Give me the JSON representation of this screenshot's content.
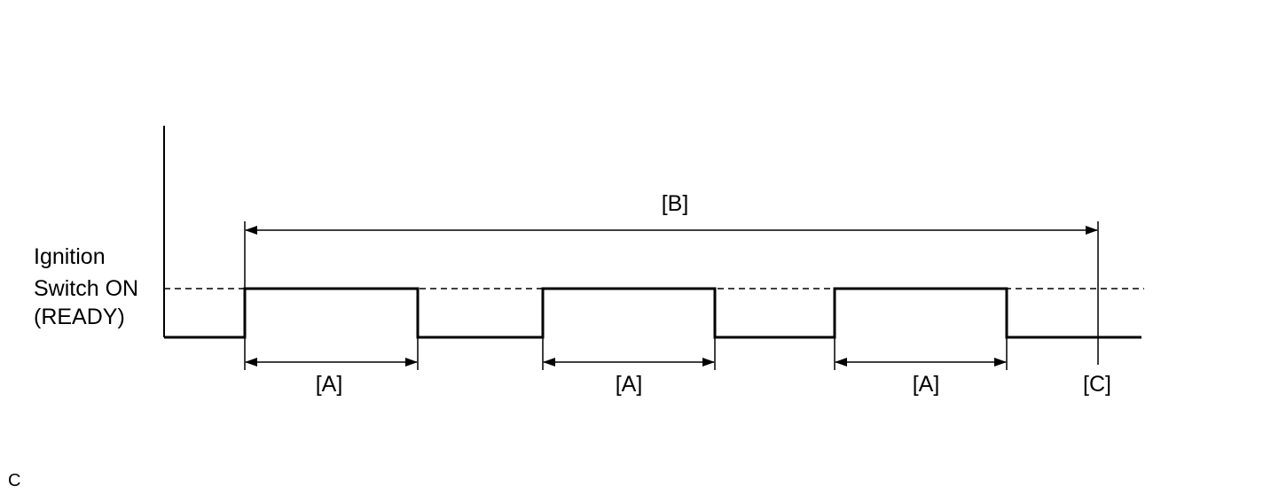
{
  "diagram": {
    "y_label": {
      "line1": "Ignition",
      "line2": "Switch ON",
      "line3": "(READY)"
    },
    "pulse_label": "[A]",
    "total_label": "[B]",
    "end_label": "[C]",
    "corner_label": "C",
    "pulse_count": 3
  }
}
